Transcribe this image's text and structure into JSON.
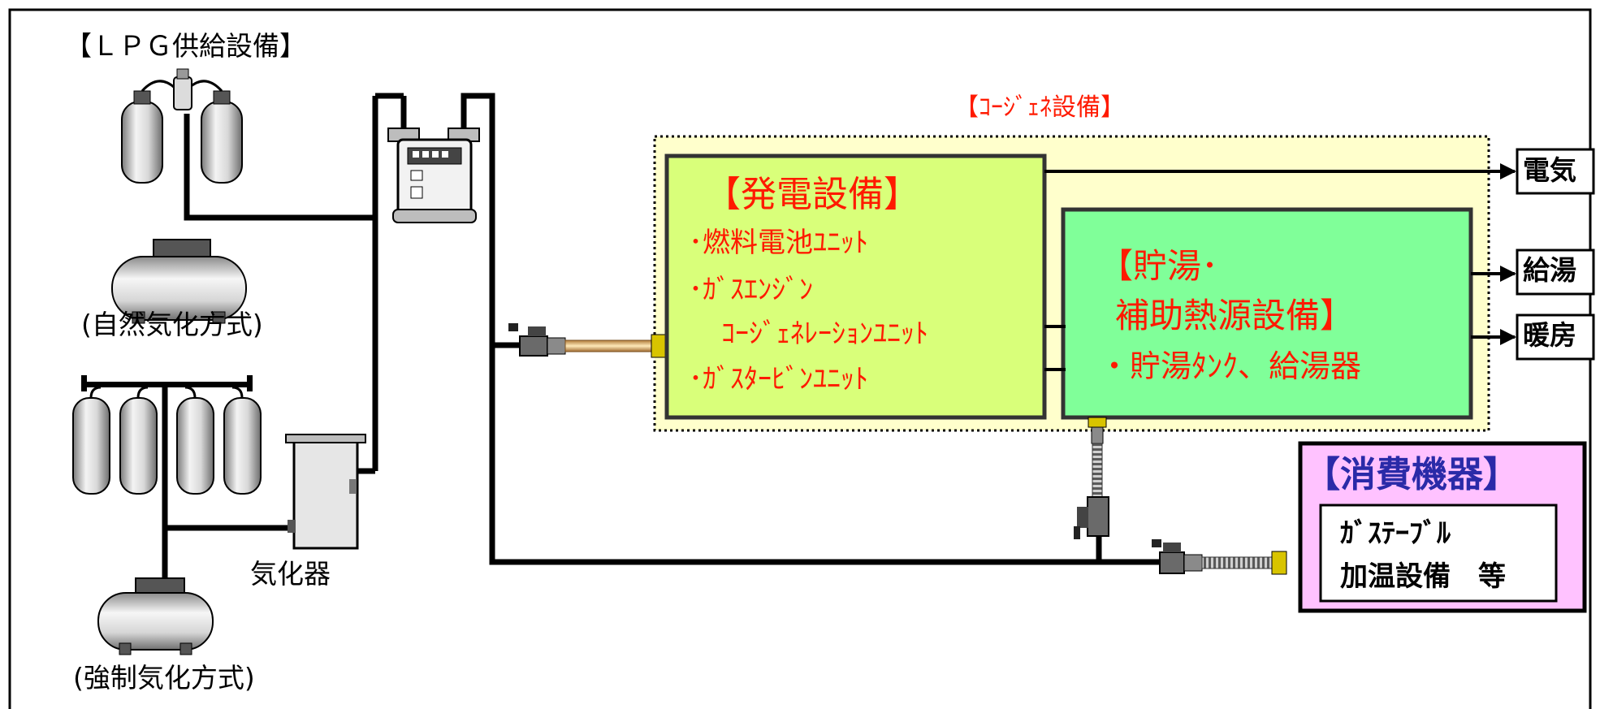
{
  "lpg": {
    "title": "【ＬＰＧ供給設備】",
    "natural_caption": "(自然気化方式)",
    "vaporizer_caption": "気化器",
    "forced_caption": "(強制気化方式)"
  },
  "cogen": {
    "title": "【ｺｰｼﾞｪﾈ設備】",
    "generation": {
      "title": "【発電設備】",
      "items": [
        "･燃料電池ﾕﾆｯﾄ",
        "･ｶﾞｽｴﾝｼﾞﾝ",
        "ｺｰｼﾞｪﾈﾚｰｼｮﾝﾕﾆｯﾄ",
        "･ｶﾞｽﾀｰﾋﾞﾝﾕﾆｯﾄ"
      ]
    },
    "storage": {
      "title_line1": "【貯湯･",
      "title_line2": "補助熱源設備】",
      "item": "・貯湯ﾀﾝｸ、給湯器"
    }
  },
  "outputs": [
    "電気",
    "給湯",
    "暖房"
  ],
  "consumer": {
    "title": "【消費機器】",
    "items": [
      "ｶﾞｽﾃｰﾌﾞﾙ",
      "加温設備　等"
    ]
  },
  "colors": {
    "generation_fill": "#d9ff7a",
    "storage_fill": "#80ff99",
    "cogen_zone_fill": "#ffffcc",
    "consumer_fill": "#ffc2ff",
    "red_text": "#ff1a00",
    "blue_title": "#2a2aa8"
  }
}
